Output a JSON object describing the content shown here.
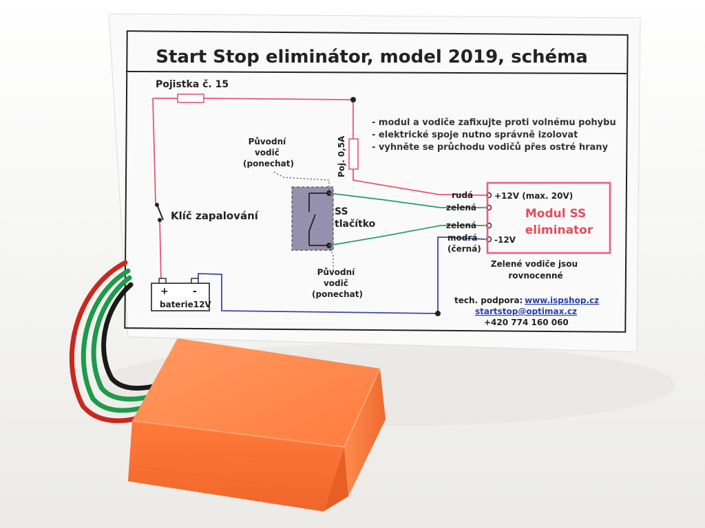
{
  "card": {
    "title": "Start Stop eliminátor, model 2019, schéma",
    "fuse_main": "Pojistka č. 15",
    "fuse_small": "Poj. 0,5A",
    "notes": [
      "- modul a vodiče zafixujte proti volnému pohybu",
      "- elektrické spoje nutno správně izolovat",
      "- vyhněte se průchodu vodičů přes ostré hrany"
    ],
    "orig_wire_top": [
      "Původní",
      "vodič",
      "(ponechat)"
    ],
    "orig_wire_bottom": [
      "Původní",
      "vodič",
      "(ponechat)"
    ],
    "ss_button": [
      "SS",
      "tlačítko"
    ],
    "ignition_key": "Klíč zapalování",
    "battery": {
      "plus": "+",
      "minus": "-",
      "label": "baterie12V"
    },
    "wires": {
      "red": "rudá",
      "green1": "zelená",
      "green2": "zelená",
      "blue": [
        "modrá",
        "(černá)"
      ]
    },
    "module": {
      "title": [
        "Modul SS",
        "eliminator"
      ],
      "plus_label": "+12V (max. 20V)",
      "minus_label": "-12V"
    },
    "green_note": [
      "Zelené vodiče jsou",
      "rovnocenné"
    ],
    "support": {
      "label": "tech. podpora:",
      "url": "www.ispshop.cz",
      "email": "startstop@optimax.cz",
      "phone": "+420 774 160 060"
    }
  },
  "colors": {
    "red_wire": "#e8547a",
    "green_wire": "#2e9a6c",
    "blue_wire": "#3b46a8",
    "module_border": "#e8607e",
    "module_text": "#e24d5e",
    "link": "#2b3fa6",
    "switch_box": "#9490ad",
    "orange_box": "#ff7a3c"
  }
}
